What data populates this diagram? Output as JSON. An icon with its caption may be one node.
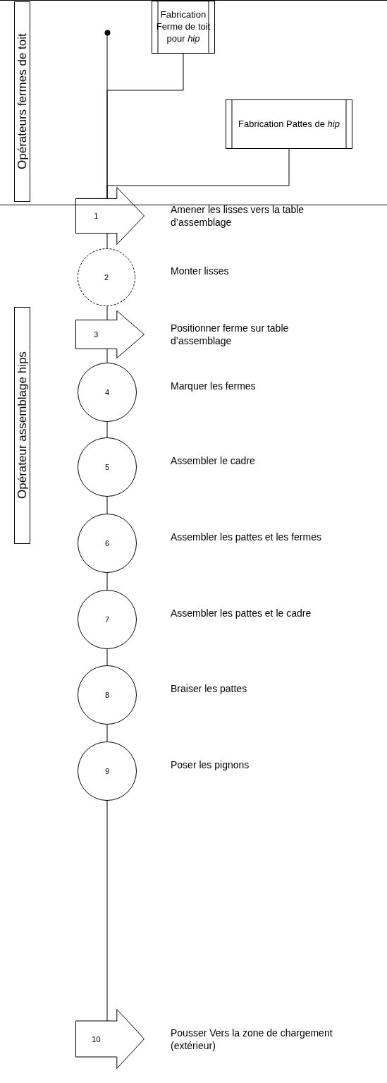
{
  "diagram": {
    "nodes": [
      {
        "text": [
          "Opérateurs fermes de toit"
        ]
      },
      {
        "text": [],
        "shape": "circle",
        "in": 0
      },
      {
        "text": [
          "Fabrication Ferme de toit pour *hip*"
        ],
        "in": 0
      },
      {
        "text": [
          "Fabrication Pattes de *hip*"
        ],
        "in": 0
      },
      {
        "text": [
          "Opérateur assemblage hips"
        ]
      },
      {
        "text": [
          "1"
        ],
        "beside": [
          "Amener les lisses vers la table d’assemblage"
        ]
      },
      {
        "text": [
          "2"
        ],
        "beside": [
          "Monter lisses"
        ]
      },
      {
        "text": [
          "3"
        ],
        "beside": [
          "Positionner ferme sur table d’assemblage"
        ]
      },
      {
        "text": [
          "4"
        ],
        "beside": [
          "Marquer les fermes"
        ]
      },
      {
        "text": [
          "5"
        ],
        "beside": [
          "Assembler le cadre"
        ]
      },
      {
        "text": [
          "6"
        ],
        "beside": [
          "Assembler les pattes et les fermes"
        ]
      },
      {
        "text": [
          "7"
        ],
        "beside": [
          "Assembler les pattes et le cadre"
        ]
      },
      {
        "text": [
          "8"
        ],
        "beside": [
          "Braiser les pattes"
        ]
      },
      {
        "text": [
          "9"
        ],
        "beside": [
          "Poser les pignons"
        ]
      },
      {
        "text": [
          "10"
        ],
        "beside": [
          "Pousser Vers la zone de chargement (extérieur)"
        ]
      }
    ],
    "edges": [
      {
        "from": 1,
        "to": 5,
        "arrow": "none"
      },
      {
        "from": 2,
        "to": 5,
        "arrow": "none"
      },
      {
        "from": 3,
        "to": 5,
        "arrow": "none"
      },
      {
        "from": 5,
        "to": 6,
        "arrow": "none"
      },
      {
        "from": 6,
        "to": 7,
        "arrow": "none"
      },
      {
        "from": 7,
        "to": 8,
        "arrow": "none"
      },
      {
        "from": 8,
        "to": 9,
        "arrow": "none"
      },
      {
        "from": 9,
        "to": 10,
        "arrow": "none"
      },
      {
        "from": 10,
        "to": 11,
        "arrow": "none"
      },
      {
        "from": 11,
        "to": 12,
        "arrow": "none"
      },
      {
        "from": 12,
        "to": 13,
        "arrow": "none"
      },
      {
        "from": 13,
        "to": 14,
        "arrow": "none"
      }
    ]
  }
}
